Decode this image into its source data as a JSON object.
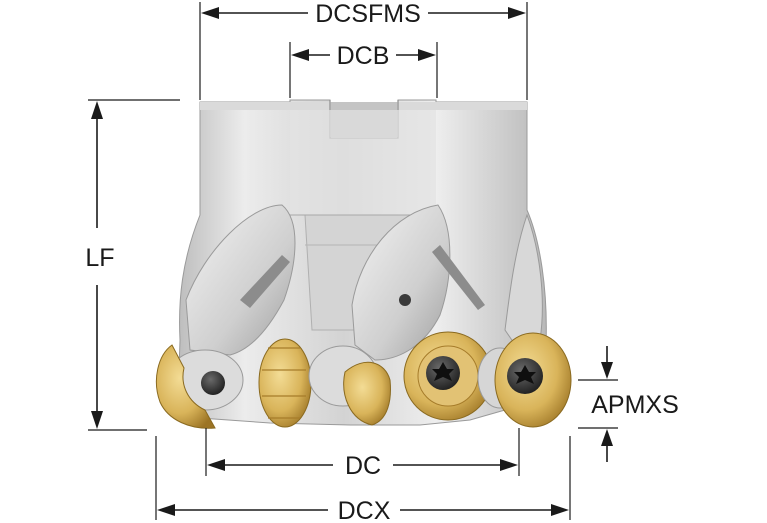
{
  "dimensions": {
    "dcsfms": "DCSFMS",
    "dcb": "DCB",
    "lf": "LF",
    "apmxs": "APMXS",
    "dc": "DC",
    "dcx": "DCX"
  },
  "colors": {
    "line": "#1a1a1a",
    "body_light": "#e6e6e6",
    "body_mid": "#cfcfcf",
    "body_dark": "#a9a9a9",
    "insert_gold": "#d9b45a",
    "insert_gold_dark": "#a9802a",
    "screw": "#2b2b2b"
  }
}
